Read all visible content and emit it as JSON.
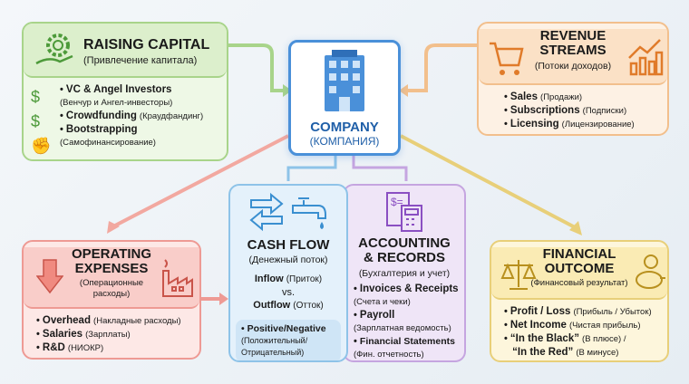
{
  "company": {
    "title": "COMPANY",
    "subtitle": "(КОМПАНИЯ)"
  },
  "raising": {
    "title": "RAISING CAPITAL",
    "subtitle": "(Привлечение капитала)",
    "items": [
      {
        "en": "VC & Angel Investors",
        "ru": "(Венчур и Ангел-инвесторы)"
      },
      {
        "en": "Crowdfunding",
        "ru": "(Краудфандинг)"
      },
      {
        "en": "Bootstrapping",
        "ru": "(Самофинансирование)"
      }
    ]
  },
  "revenue": {
    "title1": "REVENUE",
    "title2": "STREAMS",
    "subtitle": "(Потоки доходов)",
    "items": [
      {
        "en": "Sales",
        "ru": "(Продажи)"
      },
      {
        "en": "Subscriptions",
        "ru": "(Подписки)"
      },
      {
        "en": "Licensing",
        "ru": "(Лицензирование)"
      }
    ]
  },
  "opex": {
    "title1": "OPERATING",
    "title2": "EXPENSES",
    "subtitle1": "(Операционные",
    "subtitle2": "расходы)",
    "items": [
      {
        "en": "Overhead",
        "ru": "(Накладные расходы)"
      },
      {
        "en": "Salaries",
        "ru": "(Зарплаты)"
      },
      {
        "en": "R&D",
        "ru": "(НИОКР)"
      }
    ]
  },
  "cashflow": {
    "title": "CASH FLOW",
    "subtitle": "(Денежный поток)",
    "inflow": "Inflow",
    "inflow_ru": "(Приток)",
    "vs": "vs.",
    "outflow": "Outflow",
    "outflow_ru": "(Отток)",
    "note_en": "Positive/Negative",
    "note_ru1": "(Положительный/",
    "note_ru2": "Отрицательный)"
  },
  "accounting": {
    "title1": "ACCOUNTING",
    "title2": "& RECORDS",
    "subtitle": "(Бухгалтерия и учет)",
    "items": [
      {
        "en": "Invoices & Receipts",
        "ru": "(Счета и чеки)"
      },
      {
        "en": "Payroll",
        "ru": "(Зарплатная ведомость)"
      },
      {
        "en": "Financial Statements",
        "ru": "(Фин. отчетность)"
      }
    ]
  },
  "outcome": {
    "title1": "FINANCIAL",
    "title2": "OUTCOME",
    "subtitle": "(Финансовый результат)",
    "items": [
      {
        "en": "Profit / Loss",
        "ru": "(Прибыль / Убыток)"
      },
      {
        "en": "Net Income",
        "ru": "(Чистая прибыль)"
      },
      {
        "en": "“In the Black”",
        "ru": "(В плюсе) /"
      },
      {
        "en": "“In the Red”",
        "ru": "(В минусе)"
      }
    ]
  }
}
